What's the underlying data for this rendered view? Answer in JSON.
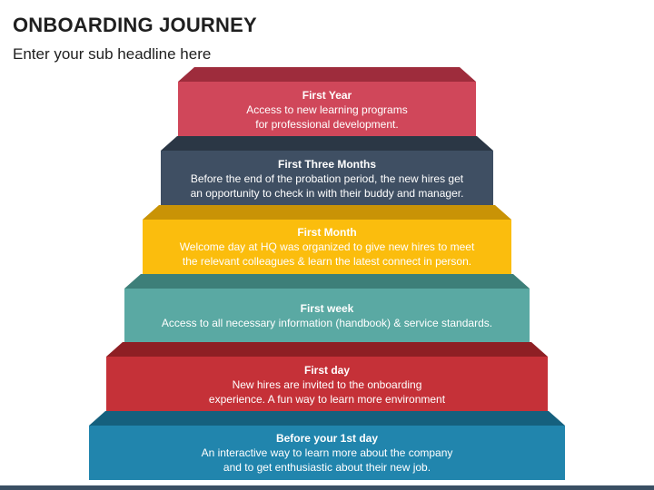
{
  "header": {
    "title": "ONBOARDING JOURNEY",
    "subtitle": "Enter your sub headline here"
  },
  "steps": [
    {
      "title": "First Year",
      "description": "Access to new learning programs\nfor professional development.",
      "color": "#d0475a",
      "top_color": "#9e2c3c"
    },
    {
      "title": "First Three Months",
      "description": "Before the end of the probation period, the new hires get\nan opportunity to check in with their buddy and manager.",
      "color": "#3f4f63",
      "top_color": "#2b3745"
    },
    {
      "title": "First Month",
      "description": "Welcome day at HQ was organized to give new hires to meet\nthe relevant colleagues & learn the latest connect in person.",
      "color": "#fbbd0d",
      "top_color": "#c99306"
    },
    {
      "title": "First week",
      "description": "Access to all necessary information (handbook) & service standards.",
      "color": "#5aa9a3",
      "top_color": "#3d7f79"
    },
    {
      "title": "First day",
      "description": "New hires are invited to the onboarding\nexperience. A fun way to learn more environment",
      "color": "#c53138",
      "top_color": "#8e1f24"
    },
    {
      "title": "Before your 1st day",
      "description": "An interactive way to learn more about the company\nand to get enthusiastic about their new job.",
      "color": "#2185ad",
      "top_color": "#15607e"
    }
  ]
}
